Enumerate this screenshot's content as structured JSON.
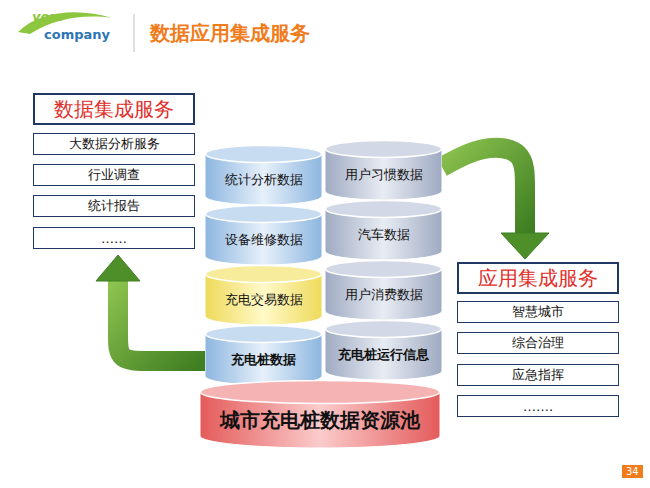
{
  "diagram": {
    "title": "数据应用集成服务",
    "nodes": [
      {
        "text": [
          "数据集成服务"
        ]
      },
      {
        "text": [
          "大数据分析服务"
        ]
      },
      {
        "text": [
          "行业调查"
        ]
      },
      {
        "text": [
          "统计报告"
        ]
      },
      {
        "text": [
          "……"
        ]
      },
      {
        "text": [
          "统计分析数据"
        ]
      },
      {
        "text": [
          "用户习惯数据"
        ]
      },
      {
        "text": [
          "设备维修数据"
        ]
      },
      {
        "text": [
          "汽车数据"
        ]
      },
      {
        "text": [
          "充电交易数据"
        ]
      },
      {
        "text": [
          "用户消费数据"
        ]
      },
      {
        "text": [
          "充电桩数据"
        ]
      },
      {
        "text": [
          "充电桩运行信息"
        ]
      },
      {
        "text": [
          "城市充电桩数据资源池"
        ]
      },
      {
        "text": [
          "应用集成服务"
        ]
      },
      {
        "text": [
          "智慧城市"
        ]
      },
      {
        "text": [
          "综合治理"
        ]
      },
      {
        "text": [
          "应急指挥"
        ]
      },
      {
        "text": [
          "……."
        ]
      }
    ],
    "edges": [
      {
        "from": 11,
        "to": 4,
        "arrow": "to"
      },
      {
        "from": 6,
        "to": 14,
        "arrow": "to"
      }
    ],
    "labels": [
      "your",
      "company",
      "34"
    ]
  }
}
